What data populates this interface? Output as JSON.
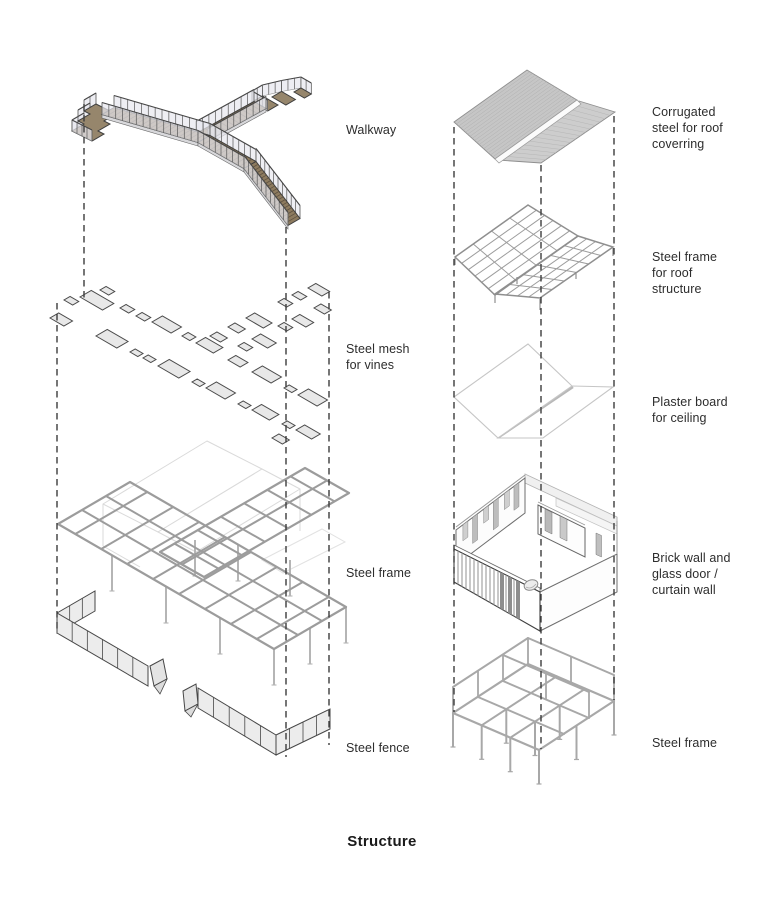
{
  "title": "Structure",
  "labels": {
    "walkway": [
      "Walkway"
    ],
    "steel_mesh": [
      "Steel mesh",
      "for vines"
    ],
    "steel_frame_left": [
      "Steel frame"
    ],
    "steel_fence": [
      "Steel fence"
    ],
    "corrugated_roof": [
      "Corrugated",
      "steel for roof",
      "coverring"
    ],
    "roof_frame": [
      "Steel frame",
      "for roof",
      "structure"
    ],
    "plaster_board": [
      "Plaster board",
      "for ceiling"
    ],
    "brick_wall": [
      "Brick wall and",
      "glass door /",
      "curtain wall"
    ],
    "steel_frame_right": [
      "Steel frame"
    ]
  },
  "colors": {
    "background": "#ffffff",
    "dashed_line": "#3c3c3c",
    "mesh_panel_fill": "#e8e8e8",
    "deck_brown": "#8d7b5f",
    "roof_gray": "#c7c7c7",
    "frame_gray": "#9c9c9c",
    "text": "#2d2d2d"
  }
}
